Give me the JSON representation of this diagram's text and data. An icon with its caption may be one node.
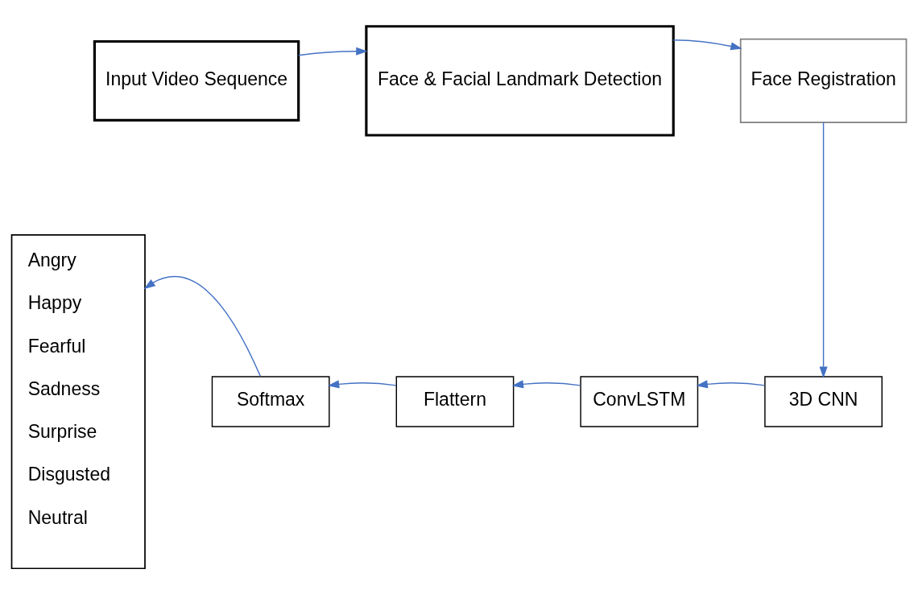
{
  "diagram": {
    "nodes": [
      {
        "text": [
          "Input Video Sequence"
        ]
      },
      {
        "text": [
          "Face & Facial Landmark Detection"
        ]
      },
      {
        "text": [
          "Face Registration"
        ]
      },
      {
        "text": [
          "3D CNN"
        ]
      },
      {
        "text": [
          "ConvLSTM"
        ]
      },
      {
        "text": [
          "Flattern"
        ]
      },
      {
        "text": [
          "Softmax"
        ]
      },
      {
        "text": [
          "Angry",
          "Happy",
          "Fearful",
          "Sadness",
          "Surprise",
          "Disgusted",
          "Neutral"
        ]
      }
    ],
    "edges": [
      {
        "from": 0,
        "to": 1,
        "arrow": "to"
      },
      {
        "from": 1,
        "to": 2,
        "arrow": "to"
      },
      {
        "from": 2,
        "to": 3,
        "arrow": "to"
      },
      {
        "from": 3,
        "to": 4,
        "arrow": "to"
      },
      {
        "from": 4,
        "to": 5,
        "arrow": "to"
      },
      {
        "from": 5,
        "to": 6,
        "arrow": "to"
      },
      {
        "from": 6,
        "to": 7,
        "arrow": "to"
      }
    ]
  }
}
